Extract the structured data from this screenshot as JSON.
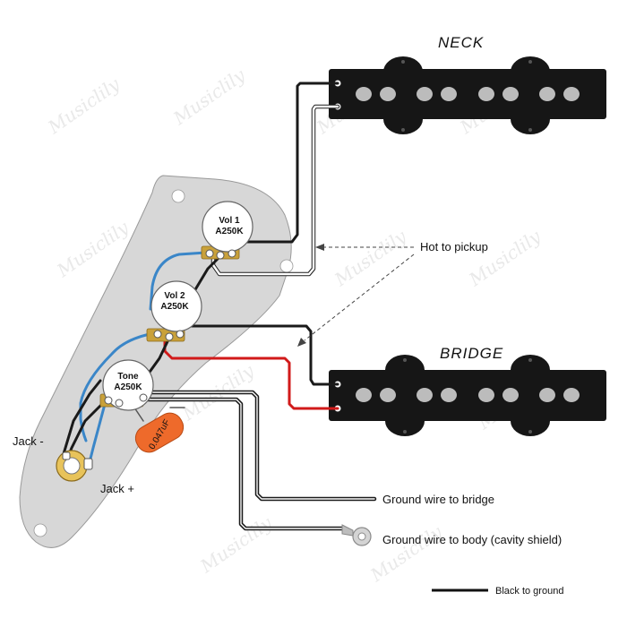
{
  "diagram": {
    "pickups": {
      "neck_title": "NECK",
      "bridge_title": "BRIDGE"
    },
    "pots": [
      {
        "name": "Vol 1",
        "value": "A250K"
      },
      {
        "name": "Vol 2",
        "value": "A250K"
      },
      {
        "name": "Tone",
        "value": "A250K"
      }
    ],
    "capacitor_label": "0.047uF",
    "labels": {
      "hot_to_pickup": "Hot to pickup",
      "jack_minus": "Jack -",
      "jack_plus": "Jack +",
      "ground_bridge": "Ground wire to bridge",
      "ground_body": "Ground wire to body (cavity shield)"
    },
    "legend": {
      "black_to_ground": "Black to ground"
    },
    "watermark": "Musiclily",
    "colors": {
      "plate": "#d7d7d7",
      "pickup": "#161616",
      "pole": "#bcbcbc",
      "wire_black": "#1a1a1a",
      "wire_red": "#d11a1a",
      "wire_blue": "#3a86c8",
      "capacitor": "#ee6a2b",
      "solder": "#d4a93c"
    }
  }
}
